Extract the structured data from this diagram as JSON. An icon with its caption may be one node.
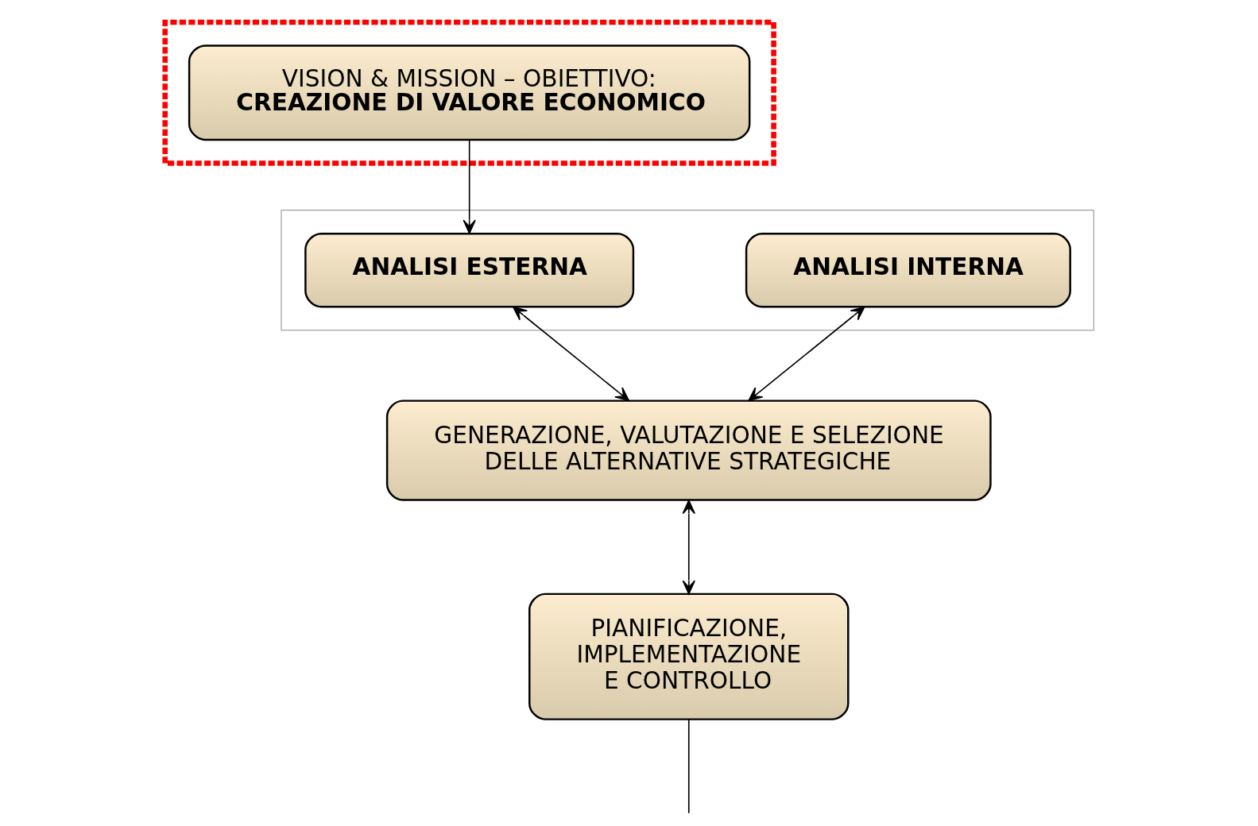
{
  "diagram": {
    "nodes": [
      {
        "text": [],
        "shape": "box"
      },
      {
        "text": [
          "VISION & MISSION – OBIETTIVO:",
          "CREAZIONE DI VALORE ECONOMICO"
        ],
        "in": 0
      },
      {
        "text": [],
        "shape": "box"
      },
      {
        "text": [
          "ANALISI ESTERNA"
        ],
        "in": 2
      },
      {
        "text": [
          "ANALISI INTERNA"
        ],
        "in": 2
      },
      {
        "text": [
          "GENERAZIONE, VALUTAZIONE E SELEZIONE DELLE ALTERNATIVE STRATEGICHE"
        ]
      },
      {
        "text": [
          "PIANIFICAZIONE, IMPLEMENTAZIONE E CONTROLLO"
        ]
      }
    ],
    "edges": [
      {
        "from": 1,
        "to": 3,
        "arrow": "to"
      },
      {
        "from": 3,
        "to": 5,
        "arrow": "both"
      },
      {
        "from": 4,
        "to": 5,
        "arrow": "both"
      },
      {
        "from": 5,
        "to": 6,
        "arrow": "both"
      },
      {
        "from": 6,
        "to": null,
        "arrow": "none"
      }
    ]
  }
}
